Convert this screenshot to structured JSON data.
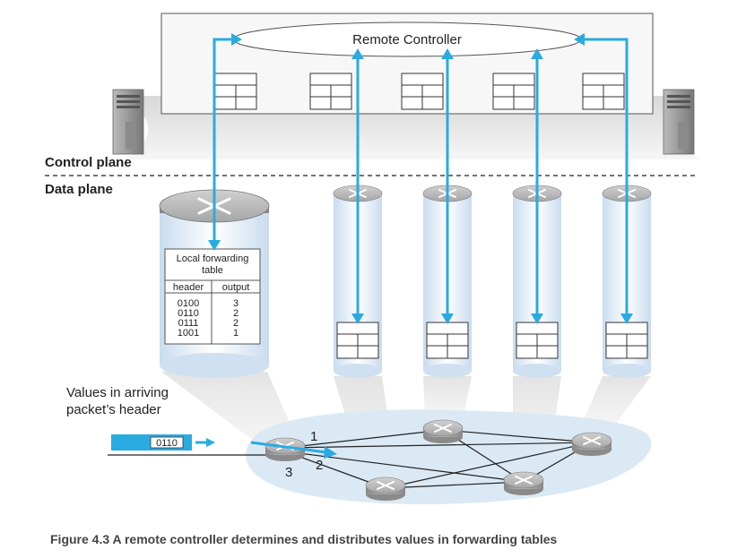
{
  "controller": {
    "label": "Remote Controller"
  },
  "planes": {
    "control": "Control plane",
    "data": "Data plane"
  },
  "forwarding_table": {
    "title_line1": "Local forwarding",
    "title_line2": "table",
    "col_header": "header",
    "col_output": "output",
    "rows": [
      {
        "header": "0100",
        "output": "3"
      },
      {
        "header": "0110",
        "output": "2"
      },
      {
        "header": "0111",
        "output": "2"
      },
      {
        "header": "1001",
        "output": "1"
      }
    ]
  },
  "packet": {
    "caption_line1": "Values in arriving",
    "caption_line2": "packet’s header",
    "value": "0110"
  },
  "ports": {
    "p1": "1",
    "p2": "2",
    "p3": "3"
  },
  "caption": "Figure 4.3 A remote controller determines and distributes values in forwarding tables",
  "colors": {
    "accent": "#29abe2",
    "box_border": "#555555",
    "network_bg": "#dbe9f4"
  }
}
